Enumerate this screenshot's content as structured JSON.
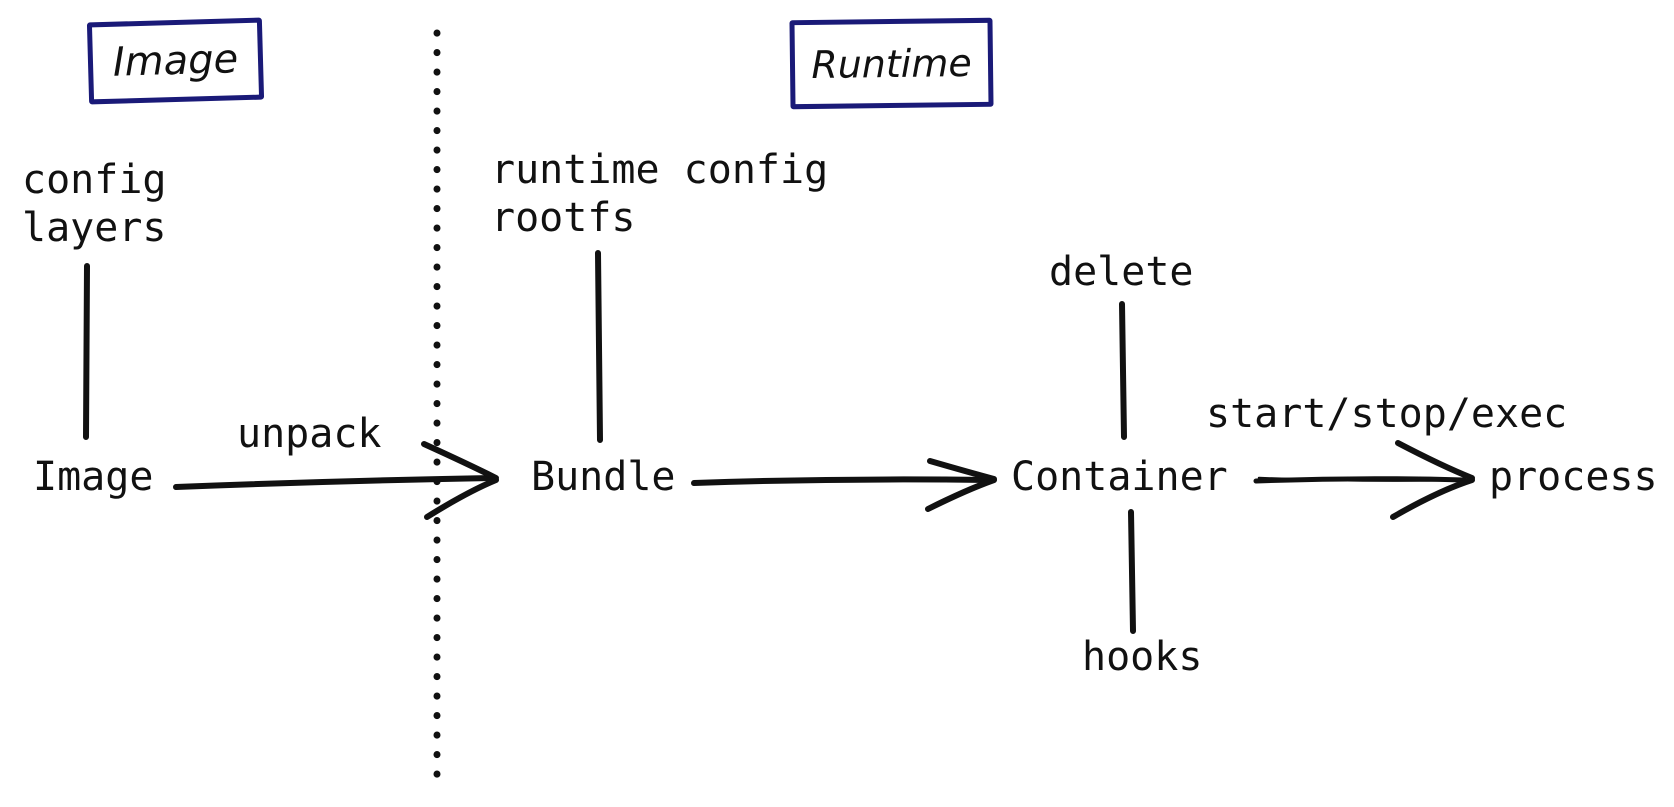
{
  "colors": {
    "box-border": "#1a1a78",
    "ink": "#111111",
    "bg": "#ffffff"
  },
  "sections": {
    "image": {
      "label": "Image"
    },
    "runtime": {
      "label": "Runtime"
    }
  },
  "nodes": {
    "image": {
      "label": "Image"
    },
    "bundle": {
      "label": "Bundle"
    },
    "container": {
      "label": "Container"
    },
    "process": {
      "label": "process"
    }
  },
  "edges": {
    "unpack": {
      "from": "Image",
      "to": "Bundle",
      "label": "unpack"
    },
    "create": {
      "from": "Bundle",
      "to": "Container"
    },
    "start_stop_exec": {
      "from": "Container",
      "to": "process",
      "label": "start/stop/exec"
    }
  },
  "attachments": {
    "image_contents": {
      "attached_to": "Image",
      "label": "config\nlayers"
    },
    "bundle_contents": {
      "attached_to": "Bundle",
      "label": "runtime config\nrootfs"
    },
    "container_delete": {
      "attached_to": "Container",
      "label": "delete"
    },
    "container_hooks": {
      "attached_to": "Container",
      "label": "hooks"
    }
  }
}
